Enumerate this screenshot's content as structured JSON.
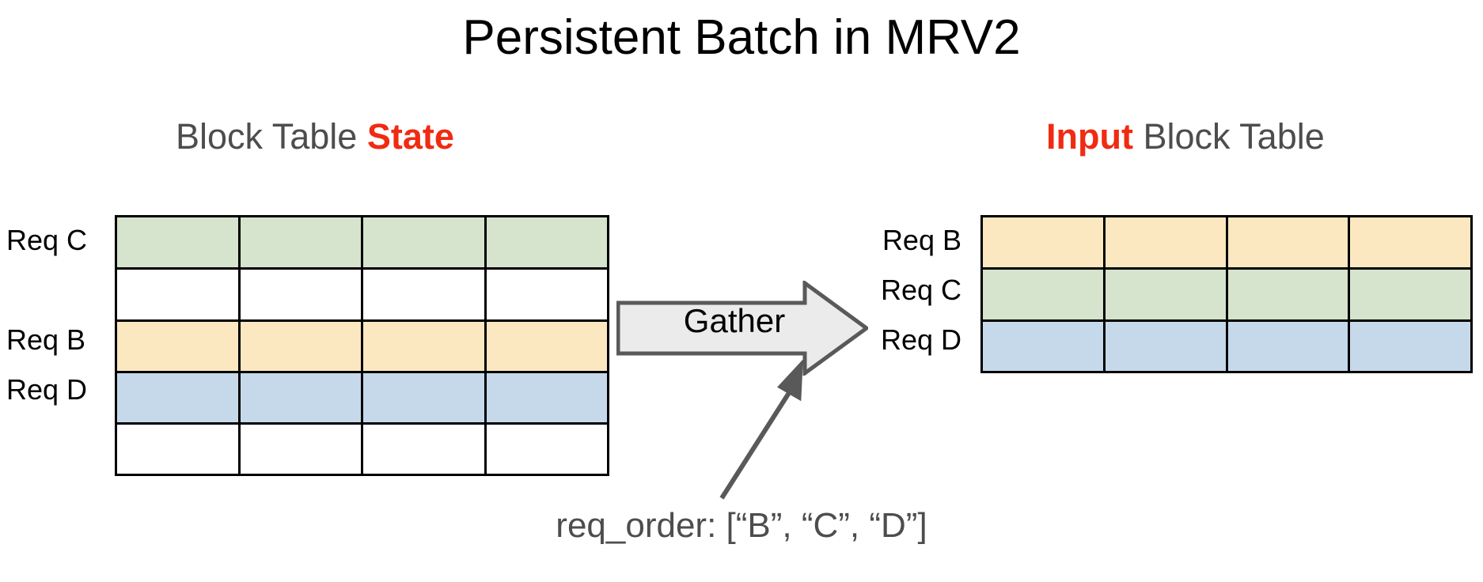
{
  "title": "Persistent Batch in MRV2",
  "headings": {
    "left": {
      "plain_prefix": "Block Table ",
      "accent": "State",
      "plain_suffix": ""
    },
    "right": {
      "accent": "Input",
      "plain_suffix": " Block Table"
    }
  },
  "colors": {
    "accent_red": "#f02b12",
    "heading_gray": "#4d4d4d",
    "green": "#d6e3cd",
    "yellow": "#fbe7c0",
    "blue": "#c6d9ea",
    "white": "#ffffff",
    "grid_line": "#000000",
    "arrow_fill": "#ebebeb",
    "arrow_stroke": "#595959"
  },
  "state_table": {
    "columns": 4,
    "rows": [
      {
        "label": "Req C",
        "color": "green",
        "has_label": true
      },
      {
        "label": "",
        "color": "white",
        "has_label": false
      },
      {
        "label": "Req B",
        "color": "yellow",
        "has_label": true
      },
      {
        "label": "Req D",
        "color": "blue",
        "has_label": true
      },
      {
        "label": "",
        "color": "white",
        "has_label": false
      }
    ]
  },
  "input_table": {
    "columns": 4,
    "rows": [
      {
        "label": "Req B",
        "color": "yellow",
        "has_label": true
      },
      {
        "label": "Req C",
        "color": "green",
        "has_label": true
      },
      {
        "label": "Req D",
        "color": "blue",
        "has_label": true
      }
    ]
  },
  "gather": {
    "label": "Gather"
  },
  "annotation": {
    "caption": "req_order: [“B”, “C”, “D”]"
  }
}
